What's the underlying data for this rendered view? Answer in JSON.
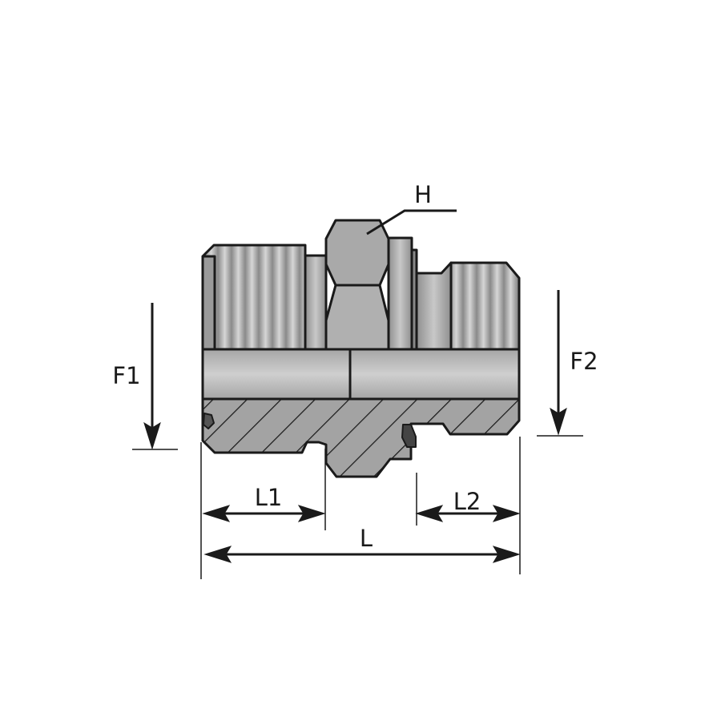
{
  "labels": {
    "hex": "H",
    "f1": "F1",
    "f2": "F2",
    "l1": "L1",
    "l2": "L2",
    "l": "L"
  },
  "colors": {
    "outline": "#1a1a1a",
    "body": "#a7a7a7",
    "hatch_fill": "#a2a2a2",
    "bore": "#c4c4c4"
  }
}
